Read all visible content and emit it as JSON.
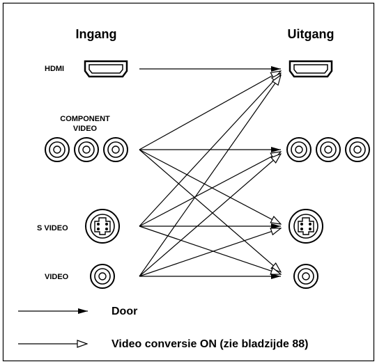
{
  "diagram": {
    "input_heading": "Ingang",
    "output_heading": "Uitgang",
    "labels": {
      "hdmi": "HDMI",
      "component_line1": "COMPONENT",
      "component_line2": "VIDEO",
      "s_video": "S VIDEO",
      "video": "VIDEO"
    },
    "legend": {
      "through": "Door",
      "conversion": "Video conversie ON (zie bladzijde 88)"
    }
  },
  "connections": [
    {
      "from": "HDMI",
      "to": "HDMI",
      "type": "through"
    },
    {
      "from": "COMPONENT VIDEO",
      "to": "HDMI",
      "type": "conversion"
    },
    {
      "from": "COMPONENT VIDEO",
      "to": "COMPONENT VIDEO",
      "type": "through"
    },
    {
      "from": "COMPONENT VIDEO",
      "to": "S VIDEO",
      "type": "conversion"
    },
    {
      "from": "COMPONENT VIDEO",
      "to": "VIDEO",
      "type": "conversion"
    },
    {
      "from": "S VIDEO",
      "to": "HDMI",
      "type": "conversion"
    },
    {
      "from": "S VIDEO",
      "to": "COMPONENT VIDEO",
      "type": "conversion"
    },
    {
      "from": "S VIDEO",
      "to": "S VIDEO",
      "type": "through"
    },
    {
      "from": "S VIDEO",
      "to": "VIDEO",
      "type": "conversion"
    },
    {
      "from": "VIDEO",
      "to": "HDMI",
      "type": "conversion"
    },
    {
      "from": "VIDEO",
      "to": "COMPONENT VIDEO",
      "type": "conversion"
    },
    {
      "from": "VIDEO",
      "to": "S VIDEO",
      "type": "conversion"
    },
    {
      "from": "VIDEO",
      "to": "VIDEO",
      "type": "through"
    }
  ]
}
